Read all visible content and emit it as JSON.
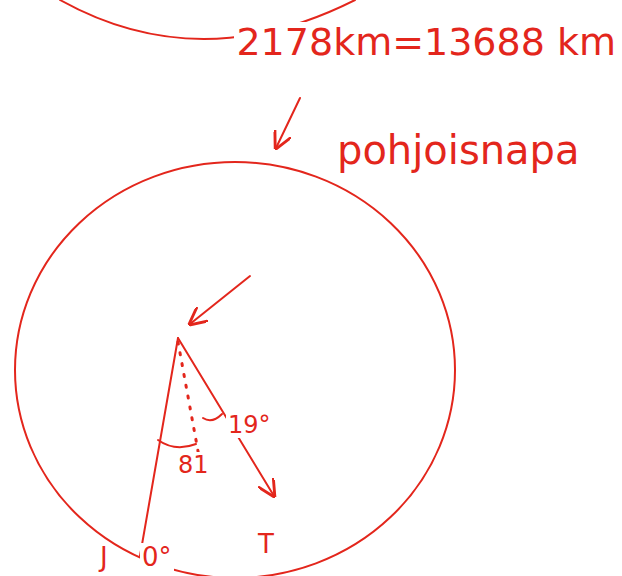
{
  "diagram": {
    "labels": [
      "2178km=13688 km",
      "pohjoisnapa",
      "19°",
      "81",
      "J",
      "0°",
      "T"
    ]
  }
}
